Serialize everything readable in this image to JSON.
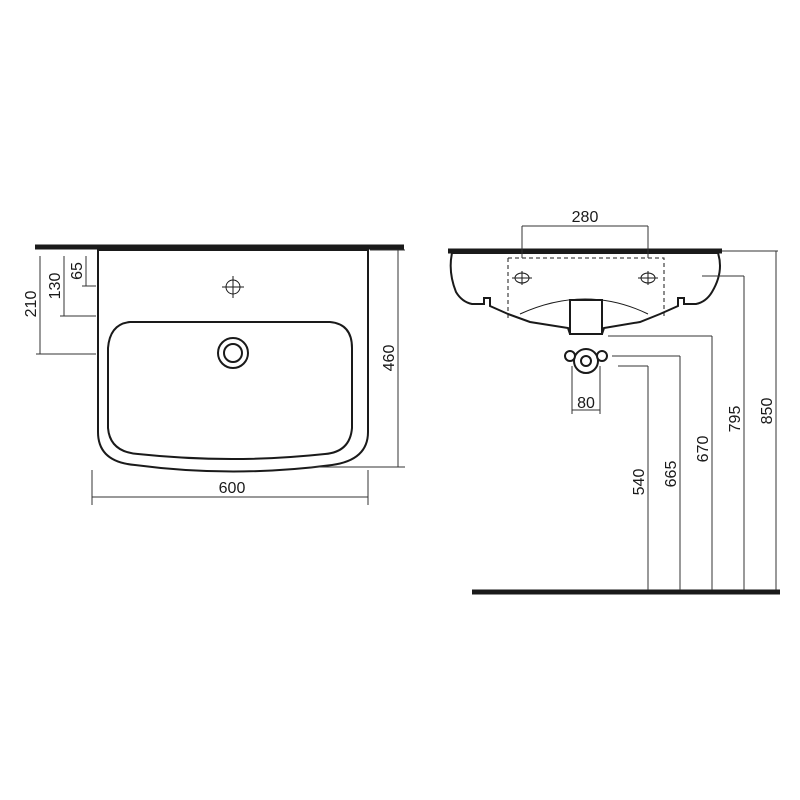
{
  "front_view": {
    "dim_width": "600",
    "dim_height": "460",
    "dim_mount_height": "210",
    "dim_bracket_130": "130",
    "dim_bracket_65": "65"
  },
  "side_view": {
    "dim_fixing_spacing": "280",
    "dim_trap_width": "80",
    "dim_height_540": "540",
    "dim_height_665": "665",
    "dim_height_670": "670",
    "dim_height_795": "795",
    "dim_height_850": "850"
  }
}
